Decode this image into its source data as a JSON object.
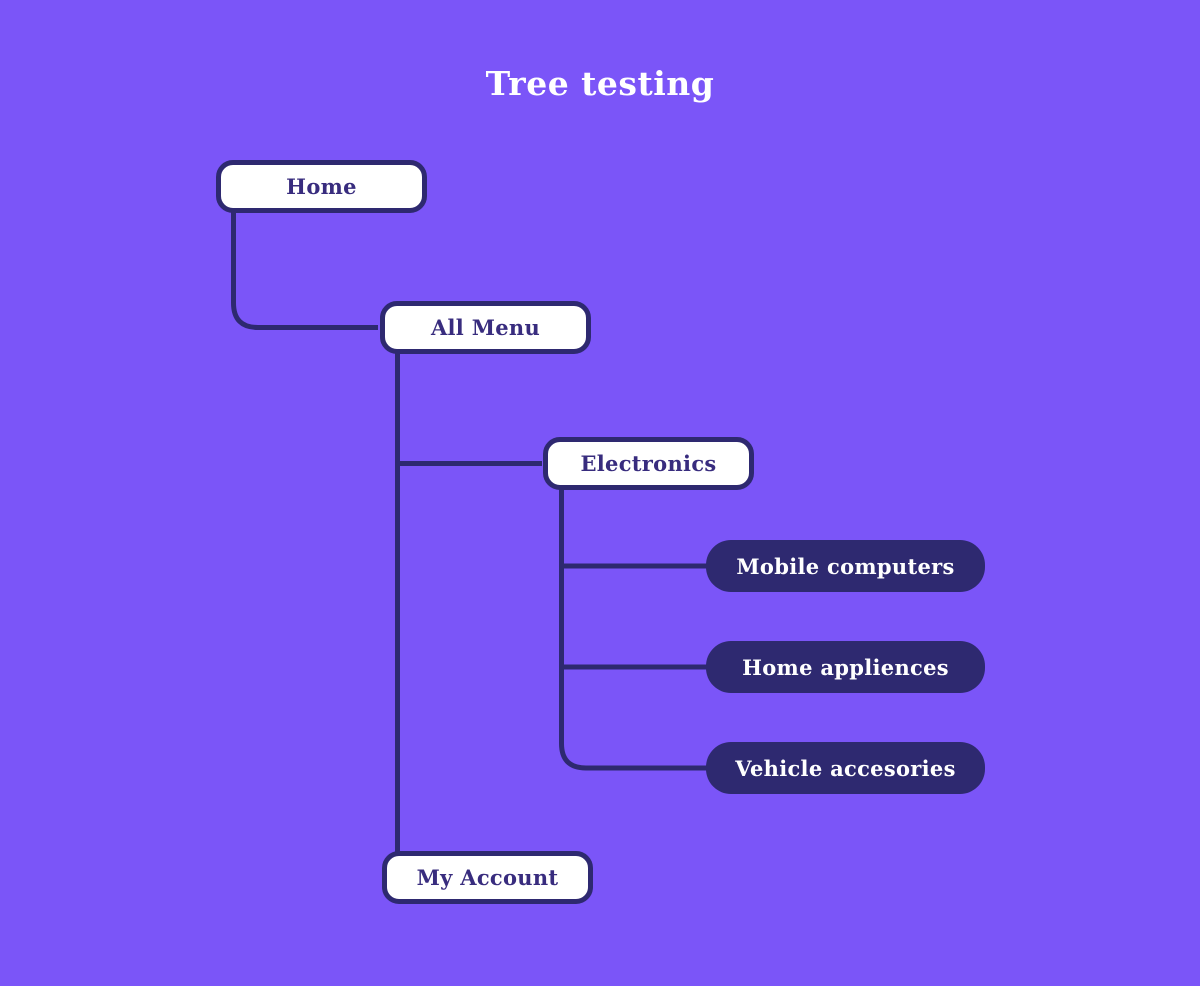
{
  "title": {
    "text": "Tree testing"
  },
  "colors": {
    "background": "#7B55F8",
    "connector_line": "#2E2970",
    "node_light_background": "#FFFFFF",
    "node_light_border": "#2E2970",
    "node_light_text": "#382C7E",
    "node_dark_background": "#2E2970",
    "node_dark_text": "#FFFFFF",
    "title_text": "#FFFFFF"
  },
  "nodes": {
    "home": {
      "label": "Home",
      "variant": "light"
    },
    "all_menu": {
      "label": "All Menu",
      "variant": "light"
    },
    "electronics": {
      "label": "Electronics",
      "variant": "light"
    },
    "mobile_computers": {
      "label": "Mobile computers",
      "variant": "dark"
    },
    "home_appliences": {
      "label": "Home appliences",
      "variant": "dark"
    },
    "vehicle_accesories": {
      "label": "Vehicle accesories",
      "variant": "dark"
    },
    "my_account": {
      "label": "My Account",
      "variant": "light"
    }
  },
  "hierarchy": {
    "root": "Home",
    "edges": [
      {
        "parent": "Home",
        "child": "All Menu"
      },
      {
        "parent": "All Menu",
        "child": "Electronics"
      },
      {
        "parent": "All Menu",
        "child": "My Account"
      },
      {
        "parent": "Electronics",
        "child": "Mobile computers"
      },
      {
        "parent": "Electronics",
        "child": "Home appliences"
      },
      {
        "parent": "Electronics",
        "child": "Vehicle accesories"
      }
    ]
  }
}
